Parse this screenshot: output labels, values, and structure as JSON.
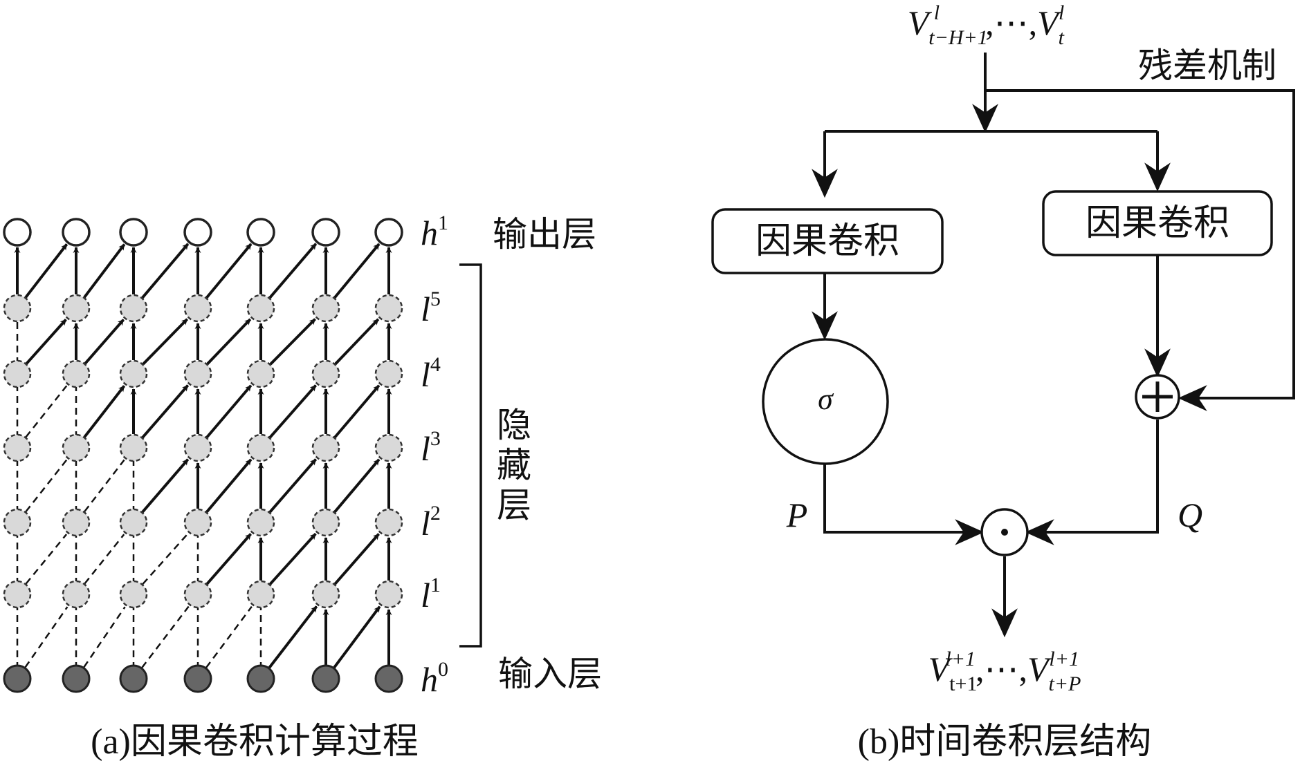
{
  "left_panel": {
    "caption": "(a)因果卷积计算过程",
    "output_layer_label": "输出层",
    "hidden_layer_label": "隐藏层",
    "input_layer_label": "输入层",
    "level_labels": [
      {
        "base": "h",
        "sup": "1"
      },
      {
        "base": "l",
        "sup": "5"
      },
      {
        "base": "l",
        "sup": "4"
      },
      {
        "base": "l",
        "sup": "3"
      },
      {
        "base": "l",
        "sup": "2"
      },
      {
        "base": "l",
        "sup": "1"
      },
      {
        "base": "h",
        "sup": "0"
      }
    ],
    "columns": 7,
    "node_colors": {
      "output": "#ffffff",
      "hidden": "#d9d9d9",
      "input": "#666666"
    }
  },
  "right_panel": {
    "caption": "(b)时间卷积层结构",
    "input": {
      "v1": "V",
      "sub1": "t−H+1",
      "sup1": "l",
      "dots": ",⋯,",
      "v2": "V",
      "sub2": "t",
      "sup2": "l"
    },
    "residual_label": "残差机制",
    "conv_left": "因果卷积",
    "conv_right": "因果卷积",
    "sigma": "σ",
    "plus": "+",
    "dot": "⊙",
    "p_label": "P",
    "q_label": "Q",
    "output": {
      "v1": "V",
      "sub1": "t+1",
      "sup1": "l+1",
      "dots": ",⋯,",
      "v2": "V",
      "sub2": "t+P",
      "sup2": "l+1"
    }
  }
}
